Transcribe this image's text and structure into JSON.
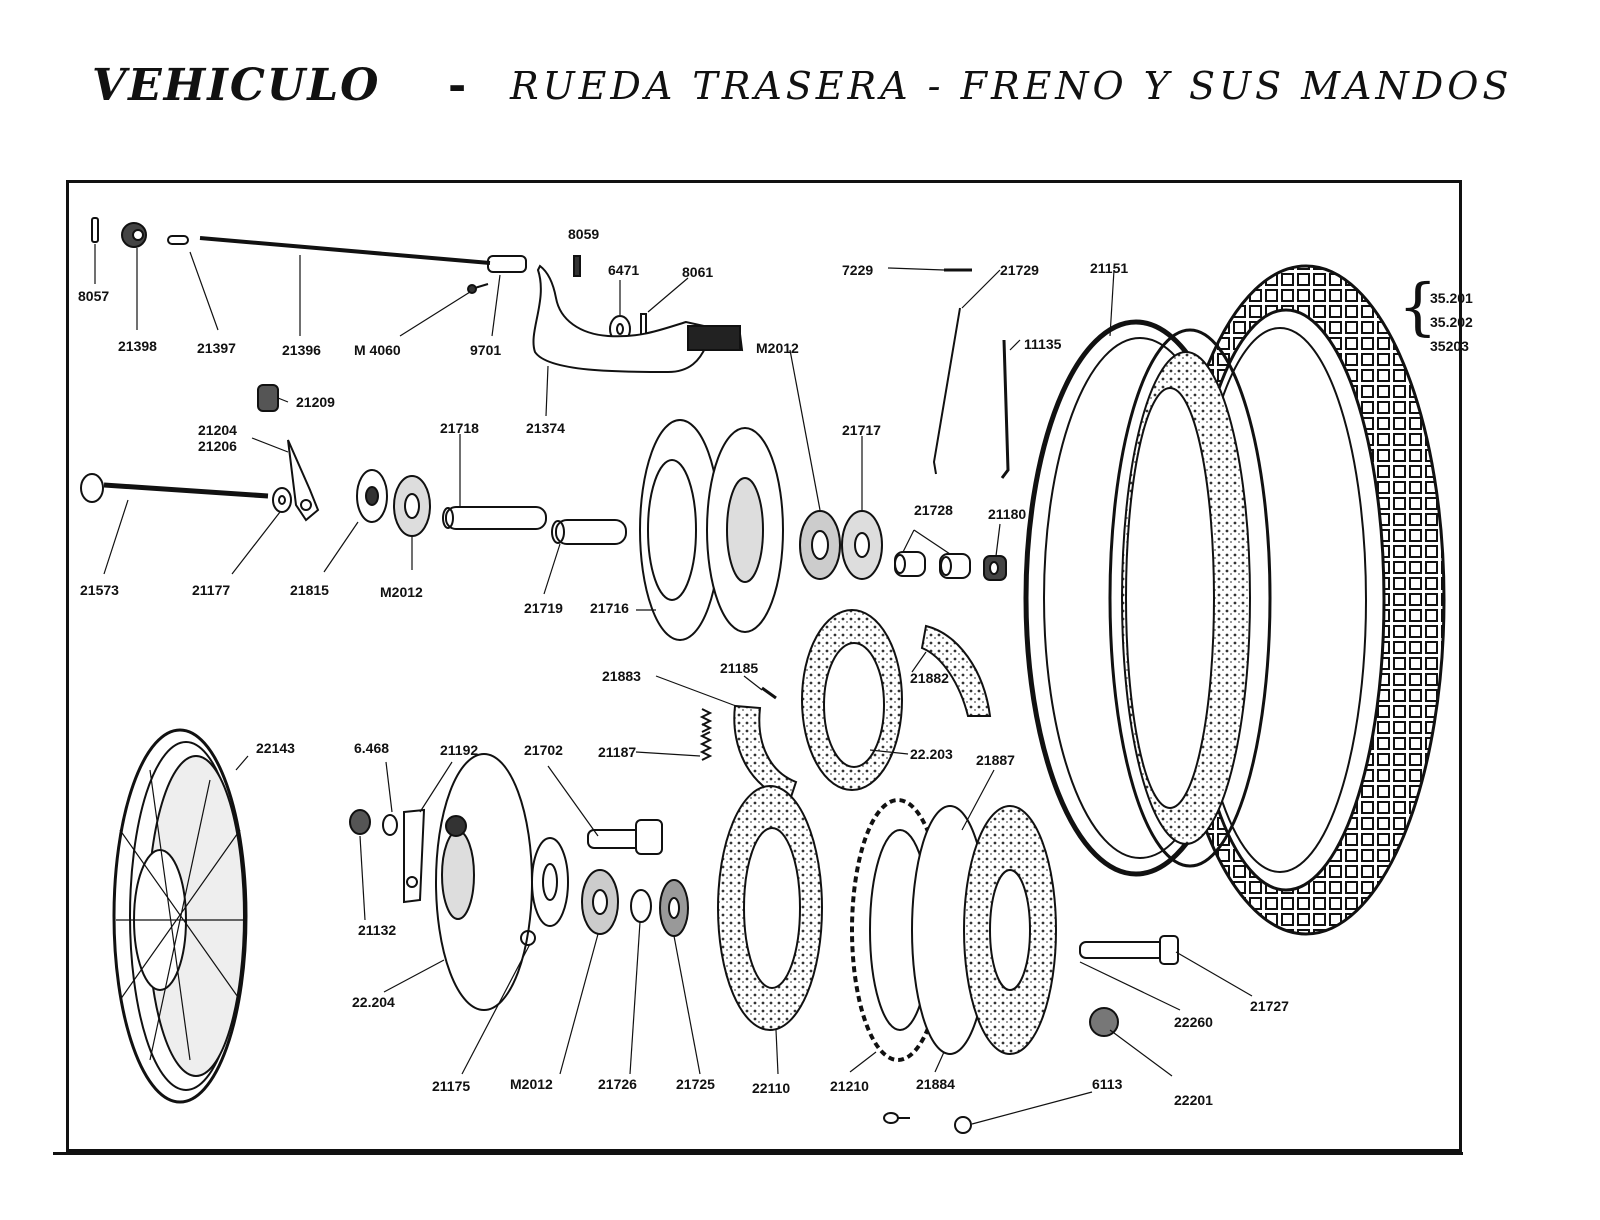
{
  "title": {
    "main": "VEHICULO",
    "dash": "-",
    "sub": "RUEDA TRASERA - FRENO Y SUS MANDOS"
  },
  "diagram": {
    "labels": {
      "l8057": "8057",
      "l21398": "21398",
      "l21397": "21397",
      "l21396": "21396",
      "lM4060": "M 4060",
      "l9701": "9701",
      "l8059": "8059",
      "l6471": "6471",
      "l8061": "8061",
      "l21374": "21374",
      "lM2012a": "M2012",
      "l7229": "7229",
      "l21729": "21729",
      "l11135": "11135",
      "l21151": "21151",
      "l35201": "35.201",
      "l35202": "35.202",
      "l35203": "35203",
      "l21209": "21209",
      "l21204": "21204",
      "l21206": "21206",
      "l21718": "21718",
      "l21717": "21717",
      "l21728": "21728",
      "l21180": "21180",
      "l21573": "21573",
      "l21177": "21177",
      "l21815": "21815",
      "lM2012b": "M2012",
      "l21719": "21719",
      "l21716": "21716",
      "l21883": "21883",
      "l21185": "21185",
      "l21882": "21882",
      "l22143": "22143",
      "l6468": "6.468",
      "l21192": "21192",
      "l21702": "21702",
      "l21187": "21187",
      "l22203": "22.203",
      "l21887": "21887",
      "l21132": "21132",
      "l22204": "22.204",
      "l21175": "21175",
      "lM2012c": "M2012",
      "l21726": "21726",
      "l21725": "21725",
      "l22110": "22110",
      "l21210": "21210",
      "l21884": "21884",
      "l6113": "6113",
      "l22260": "22260",
      "l21727": "21727",
      "l22201": "22201"
    }
  },
  "colors": {
    "ink": "#111111",
    "paper": "#ffffff"
  }
}
